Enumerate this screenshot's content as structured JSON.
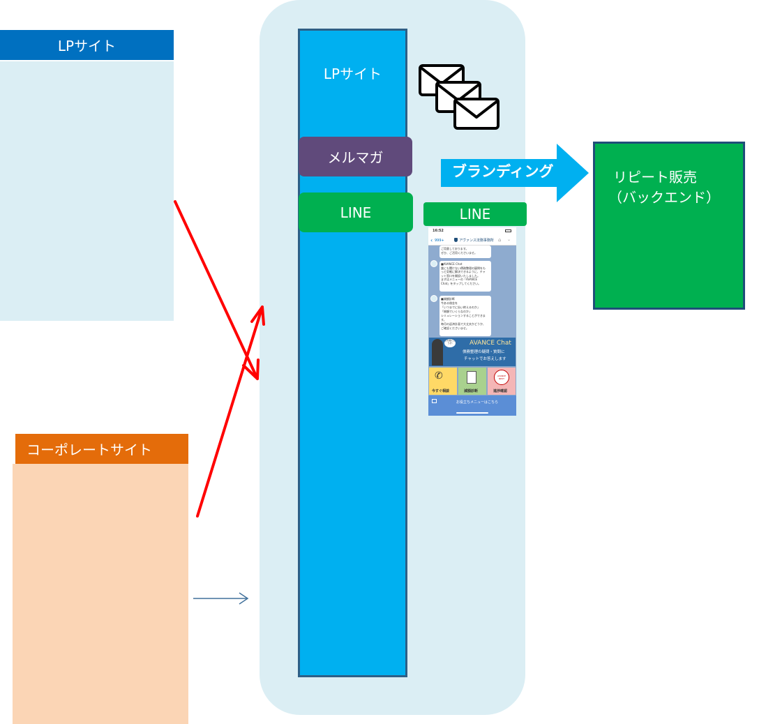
{
  "left_lp": {
    "title": "LPサイト",
    "color": "#0070c0",
    "body_color": "#dbeef4"
  },
  "corporate": {
    "title": "コーポレートサイト",
    "color": "#e46c0a",
    "body_color": "#fbd5b5"
  },
  "funnel": {
    "bg": "#dbeef4",
    "column_color": "#00b0f0",
    "lp_label": "LPサイト"
  },
  "mailmag": {
    "label": "メルマガ",
    "color": "#604a7b"
  },
  "line_box": {
    "label": "LINE",
    "color": "#00b050"
  },
  "line_header": {
    "label": "LINE"
  },
  "branding": {
    "label": "ブランディング",
    "color": "#00b0f0"
  },
  "repeat": {
    "line1": "リピート販売",
    "line2": "（バックエンド）",
    "color": "#00b050",
    "border": "#1f4e79"
  },
  "phone": {
    "time": "16:52",
    "back": "999+",
    "account": "アヴァンス法務事務所",
    "msg1_line1": "ご用意しております。",
    "msg1_line2": "ぜひ、ご活用くださいませ。",
    "msg2_title": "■AVANCE Chat",
    "msg2_line1": "誰にも聞けない債務整理の疑問をも",
    "msg2_line2": "っと気軽に解決できるように、チャ",
    "msg2_line3": "ット窓口を開設いたしました。",
    "msg2_line4": "まずはメニューの「AVANCE",
    "msg2_line5": "Chat」をタップしてください。",
    "msg3_title": "■減額診断",
    "msg3_line1": "今ある借金を",
    "msg3_line2": "「いつまでに払い終えるのか」",
    "msg3_line3": "「総額でいくらなのか」",
    "msg3_line4": "シミュレーションすることができま",
    "msg3_line5": "す。",
    "msg3_line6": "毎月の返済計画で大丈夫かどうか、",
    "msg3_line7": "ご確認くださいませ。",
    "banner_bubble": "お気軽にどうぞ!",
    "banner_title": "AVANCE Chat",
    "banner_sub1": "債務整理の疑問・質問に",
    "banner_sub2": "チャットでお答えします",
    "menu1": "今すぐ相談",
    "menu2": "減額診断",
    "menu3": "進捗確認",
    "menu3_badge": "AVANCE NEXT",
    "footer": "お役立ちメニューはこちら"
  }
}
